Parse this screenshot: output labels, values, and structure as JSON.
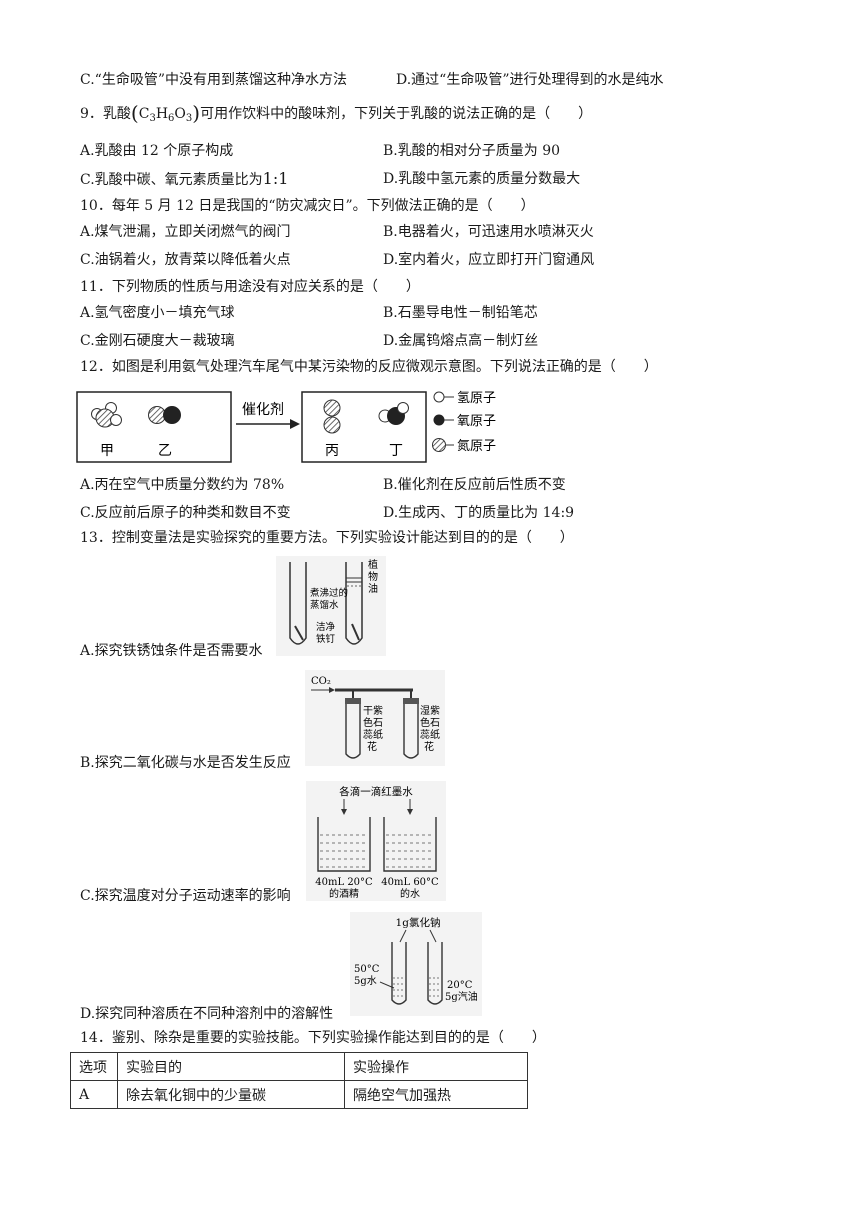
{
  "q8": {
    "optC": "C.“生命吸管”中没有用到蒸馏这种净水方法",
    "optD": "D.通过“生命吸管”进行处理得到的水是纯水"
  },
  "q9": {
    "stem_a": "9．乳酸",
    "formula_c": "C",
    "formula_c_sub": "3",
    "formula_h": "H",
    "formula_h_sub": "6",
    "formula_o": "O",
    "formula_o_sub": "3",
    "stem_b": "可用作饮料中的酸味剂，下列关于乳酸的说法正确的是（　　）",
    "optA": "A.乳酸由 12 个原子构成",
    "optB": "B.乳酸的相对分子质量为 90",
    "optC_a": "C.乳酸中碳、氧元素质量比为",
    "optC_ratio": "1:1",
    "optD": "D.乳酸中氢元素的质量分数最大"
  },
  "q10": {
    "stem": "10．每年 5 月 12 日是我国的“防灾减灾日”。下列做法正确的是（　　）",
    "optA": "A.煤气泄漏，立即关闭燃气的阀门",
    "optB": "B.电器着火，可迅速用水喷淋灭火",
    "optC": "C.油锅着火，放青菜以降低着火点",
    "optD": "D.室内着火，应立即打开门窗通风"
  },
  "q11": {
    "stem": "11．下列物质的性质与用途没有对应关系的是（　　）",
    "optA": "A.氢气密度小－填充气球",
    "optB": "B.石墨导电性－制铅笔芯",
    "optC": "C.金刚石硬度大－裁玻璃",
    "optD": "D.金属钨熔点高－制灯丝"
  },
  "q12": {
    "stem": "12．如图是利用氨气处理汽车尾气中某污染物的反应微观示意图。下列说法正确的是（　　）",
    "diagram": {
      "label_jia": "甲",
      "label_yi": "乙",
      "catalyst": "催化剂",
      "label_bing": "丙",
      "label_ding": "丁",
      "legend_h": "氢原子",
      "legend_o": "氧原子",
      "legend_n": "氮原子"
    },
    "optA": "A.丙在空气中质量分数约为 78%",
    "optB": "B.催化剂在反应前后性质不变",
    "optC": "C.反应前后原子的种类和数目不变",
    "optD": "D.生成丙、丁的质量比为 14:9"
  },
  "q13": {
    "stem": "13．控制变量法是实验探究的重要方法。下列实验设计能达到目的的是（　　）",
    "optA": "A.探究铁锈蚀条件是否需要水",
    "figA": {
      "l1": "植",
      "l2": "物",
      "l3": "油",
      "boiled": "煮沸过的",
      "water": "蒸馏水",
      "clean": "洁净",
      "nail": "铁钉"
    },
    "optB": "B.探究二氧化碳与水是否发生反应",
    "figB": {
      "co2": "CO₂",
      "dry1": "干紫",
      "dry2": "色石",
      "dry3": "蕊纸",
      "dry4": "花",
      "wet1": "湿紫",
      "wet2": "色石",
      "wet3": "蕊纸",
      "wet4": "花"
    },
    "optC": "C.探究温度对分子运动速率的影响",
    "figC": {
      "top": "各滴一滴红墨水",
      "left1": "40mL 20°C",
      "left2": "的酒精",
      "right1": "40mL 60°C",
      "right2": "的水"
    },
    "optD": "D.探究同种溶质在不同种溶剂中的溶解性",
    "figD": {
      "top": "1g氯化钠",
      "l1": "50°C",
      "l2": "5g水",
      "r1": "20°C",
      "r2": "5g汽油"
    }
  },
  "q14": {
    "stem": "14．鉴别、除杂是重要的实验技能。下列实验操作能达到目的的是（　　）",
    "table": {
      "headers": [
        "选项",
        "实验目的",
        "实验操作"
      ],
      "rows": [
        [
          "A",
          "除去氧化铜中的少量碳",
          "隔绝空气加强热"
        ]
      ]
    }
  }
}
